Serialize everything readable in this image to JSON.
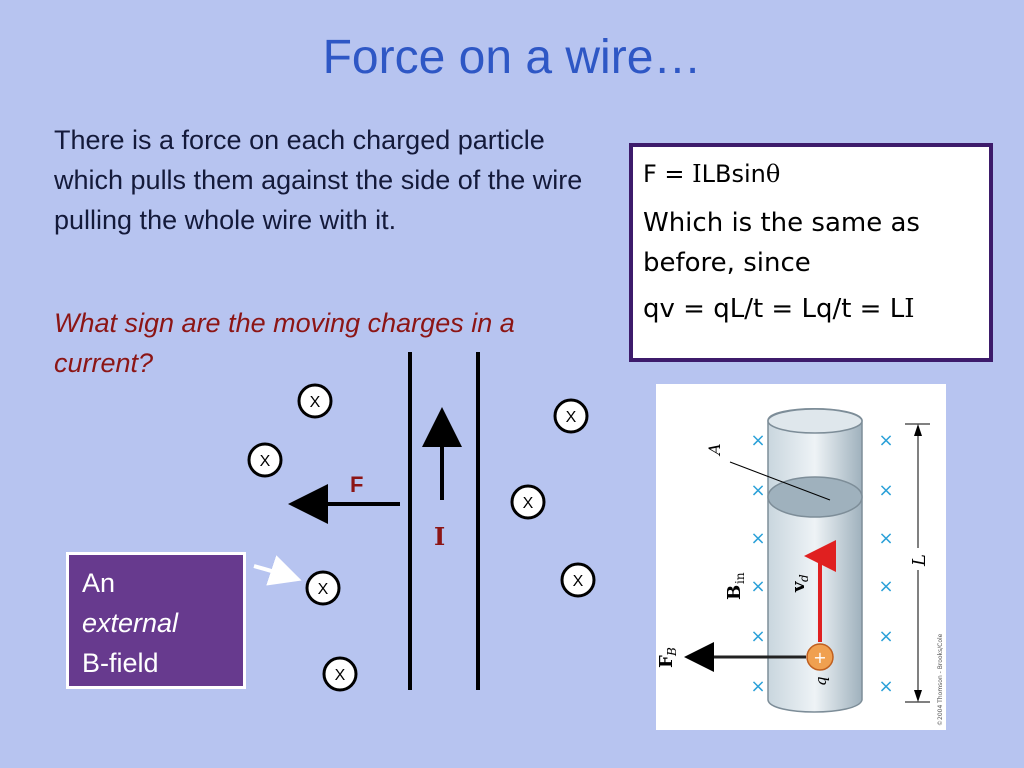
{
  "slide": {
    "title": "Force on a wire…",
    "intro": "There is a force on each charged particle which pulls them against the side of the wire pulling the whole wire with it.",
    "question": "What sign are the moving charges in a current?"
  },
  "formula_box": {
    "line1_prefix": "F = ",
    "line1_serif": "I",
    "line1_mid": "LBsin",
    "line1_theta": "θ",
    "line2": "Which is the same as before, since",
    "line3_prefix": "qv = qL/t = Lq/t = L",
    "line3_serif": "I"
  },
  "external_box": {
    "line1": "An",
    "line2": "external",
    "line3": "B-field"
  },
  "diagram": {
    "field_marker": "X",
    "force_label": "F",
    "current_label": "I"
  },
  "figure": {
    "area_label": "A",
    "length_label": "L",
    "b_field_label": "B",
    "b_field_sub": "in",
    "velocity_label": "v",
    "velocity_sub": "d",
    "force_label": "F",
    "force_sub": "B",
    "charge_symbol": "+",
    "charge_label": "q",
    "credit": "©2004 Thomson - Brooks/Cole",
    "field_x": "×"
  },
  "colors": {
    "background": "#b7c4f0",
    "title": "#2e57c5",
    "question": "#8c1515",
    "force_label": "#8c1515",
    "box_border": "#3d1b6b",
    "external_box": "#673a8e",
    "figure_x": "#2aa0d8",
    "velocity_arrow": "#e02020",
    "charge_fill": "#f0a050"
  }
}
